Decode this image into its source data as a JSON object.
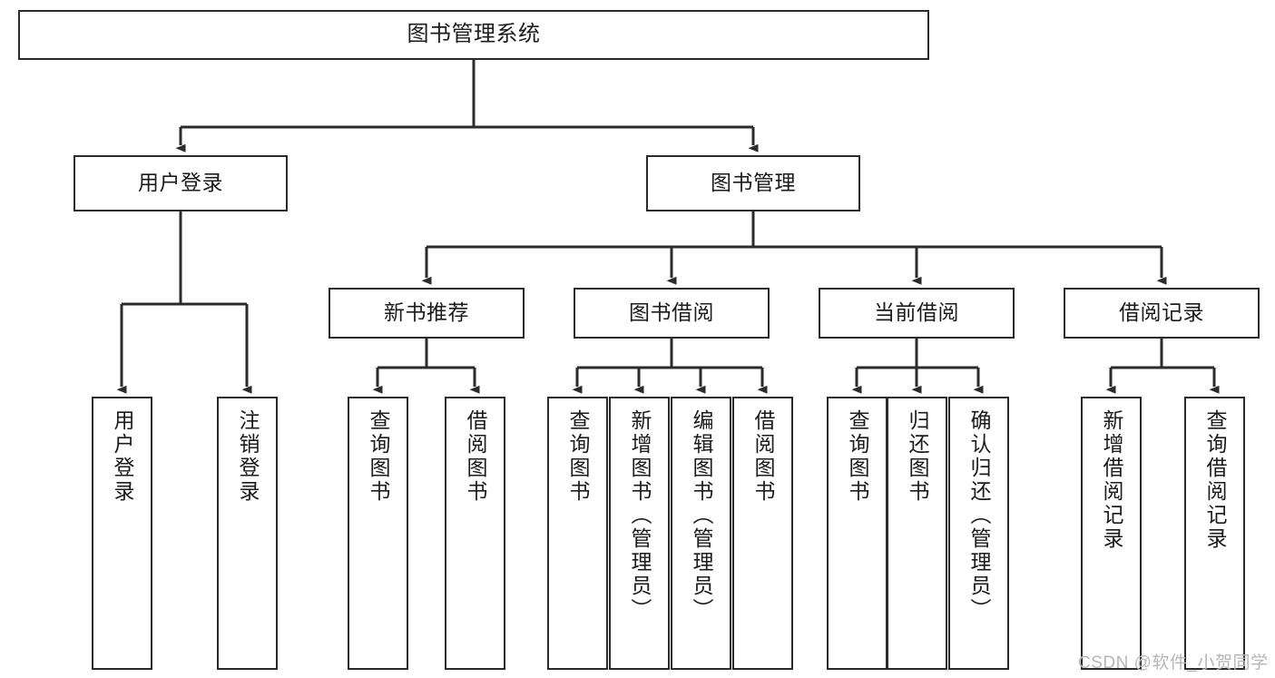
{
  "diagram": {
    "title": "图书管理系统",
    "watermark": "CSDN @软件_小贺同学",
    "line_color": "#2b2b2b",
    "box_fill": "#ffffff",
    "text_color": "#1b1b1b",
    "watermark_color": "#b6b6b6",
    "root": {
      "label": "图书管理系统"
    },
    "level2": [
      {
        "label": "用户登录"
      },
      {
        "label": "图书管理"
      }
    ],
    "level3": [
      {
        "label": "新书推荐"
      },
      {
        "label": "图书借阅"
      },
      {
        "label": "当前借阅"
      },
      {
        "label": "借阅记录"
      }
    ],
    "leaves": {
      "user_login": [
        {
          "label": "用户登录"
        },
        {
          "label": "注销登录"
        }
      ],
      "new_book_recommend": [
        {
          "label": "查询图书"
        },
        {
          "label": "借阅图书"
        }
      ],
      "book_borrow": [
        {
          "label": "查询图书"
        },
        {
          "label": "新增图书（管理员）"
        },
        {
          "label": "编辑图书（管理员）"
        },
        {
          "label": "借阅图书"
        }
      ],
      "current_borrow": [
        {
          "label": "查询图书"
        },
        {
          "label": "归还图书"
        },
        {
          "label": "确认归还（管理员）"
        }
      ],
      "borrow_record": [
        {
          "label": "新增借阅记录"
        },
        {
          "label": "查询借阅记录"
        }
      ]
    }
  }
}
